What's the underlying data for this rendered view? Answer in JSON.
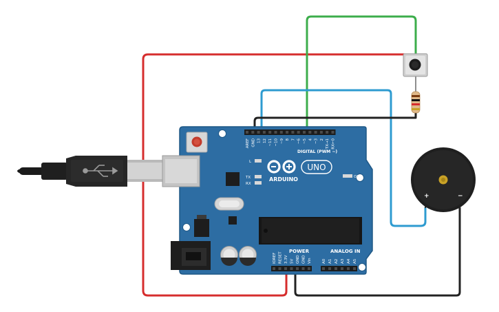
{
  "board": {
    "logo_text": "ARDUINO",
    "model": "UNO",
    "on_label": "ON",
    "l_label": "L",
    "tx_label": "TX",
    "rx_label": "RX",
    "digital_label": "DIGITAL (PWM ~)",
    "power_label": "POWER",
    "analog_label": "ANALOG IN",
    "top_pins": [
      "AREF",
      "GND",
      "13",
      "12",
      "~11",
      "~10",
      "~9",
      "8",
      "7",
      "~6",
      "~5",
      "4",
      "~3",
      "2",
      "TX→1",
      "RX←0"
    ],
    "power_pins": [
      "IOREF",
      "RESET",
      "3.3V",
      "5V",
      "GND",
      "GND",
      "Vin"
    ],
    "analog_pins": [
      "A0",
      "A1",
      "A2",
      "A3",
      "A4",
      "A5"
    ]
  },
  "buzzer": {
    "plus_label": "+",
    "minus_label": "−"
  },
  "colors": {
    "board": "#2d6da3",
    "wire_red": "#d62d2d",
    "wire_green": "#3cad4b",
    "wire_blue": "#2e9bd0",
    "wire_black": "#222222"
  }
}
